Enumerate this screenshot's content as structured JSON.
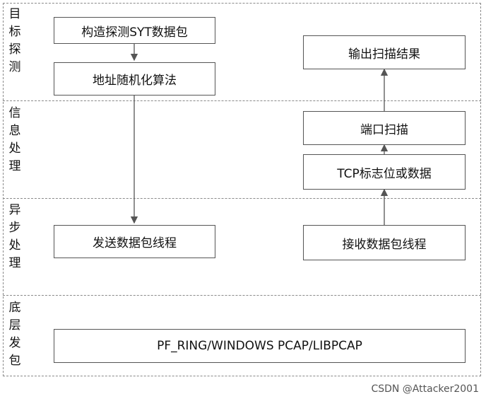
{
  "lanes": [
    {
      "id": "target-detection",
      "label": "目\n标\n探\n测"
    },
    {
      "id": "info-processing",
      "label": "信\n息\n处\n理"
    },
    {
      "id": "async-processing",
      "label": "异\n步\n处\n理"
    },
    {
      "id": "bottom-send",
      "label": "底\n层\n发\n包"
    }
  ],
  "nodes": {
    "construct_syn": "构造探测SYT数据包",
    "addr_random": "地址随机化算法",
    "send_thread": "发送数据包线程",
    "output_result": "输出扫描结果",
    "port_scan": "端口扫描",
    "tcp_flag": "TCP标志位或数据",
    "recv_thread": "接收数据包线程",
    "pf_ring": "PF_RING/WINDOWS PCAP/LIBPCAP"
  },
  "edges": [
    {
      "from": "construct_syn",
      "to": "addr_random"
    },
    {
      "from": "addr_random",
      "to": "send_thread"
    },
    {
      "from": "recv_thread",
      "to": "tcp_flag"
    },
    {
      "from": "tcp_flag",
      "to": "port_scan"
    },
    {
      "from": "port_scan",
      "to": "output_result"
    }
  ],
  "watermark": "CSDN @Attacker2001"
}
